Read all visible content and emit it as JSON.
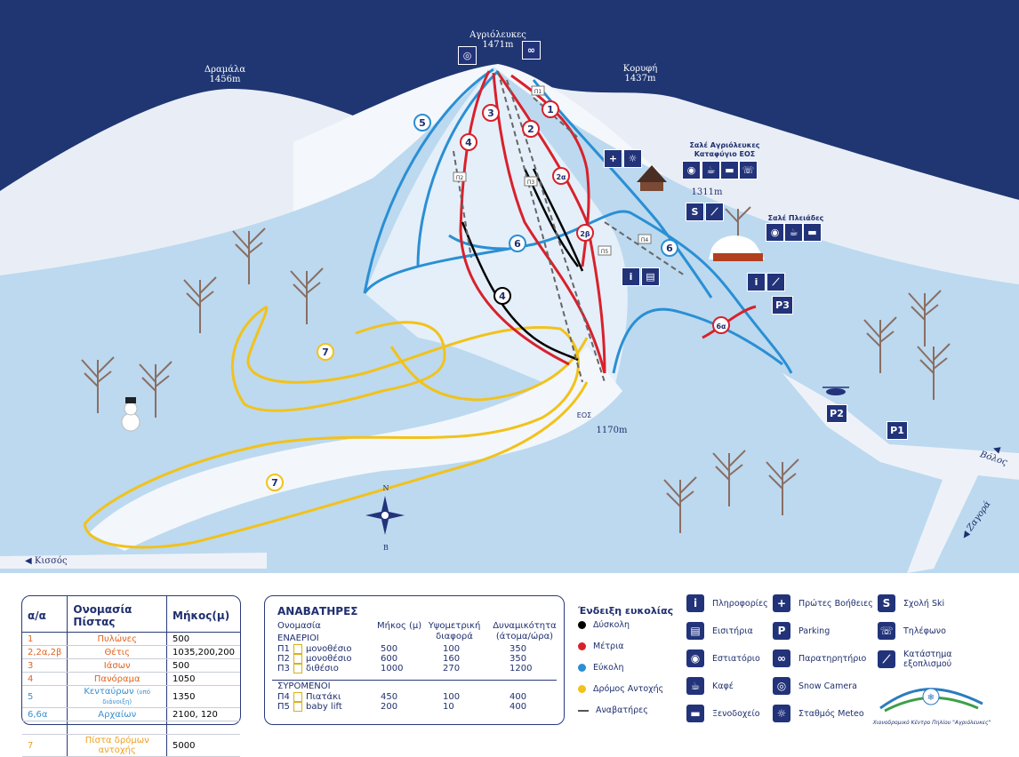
{
  "peaks": {
    "agriolefkes": {
      "name": "Αγριόλευκες",
      "alt": "1471m"
    },
    "dramala": {
      "name": "Δραμάλα",
      "alt": "1456m"
    },
    "koryfi": {
      "name": "Κορυφή",
      "alt": "1437m"
    }
  },
  "map_labels": {
    "chalet1_line1": "Σαλέ Αγριόλευκες",
    "chalet1_line2": "Καταφύγιο ΕΟΣ",
    "alt_mid": "1311m",
    "chalet2": "Σαλέ Πλειάδες",
    "eos": "ΕΟΣ",
    "alt_base": "1170m",
    "road_volos": "Βόλος",
    "road_zagora": "Ζαγορά",
    "road_kissos": "Κισσός",
    "compass_n": "N",
    "compass_s": "B",
    "parking": [
      "P1",
      "P2",
      "P3"
    ],
    "lift_codes": [
      "Π1",
      "Π2",
      "Π3",
      "Π4",
      "Π5"
    ]
  },
  "route_markers": [
    "1",
    "2",
    "2α",
    "2β",
    "3",
    "4",
    "4",
    "5",
    "6",
    "6",
    "6α",
    "7",
    "7"
  ],
  "pistes_table": {
    "headers": [
      "α/α",
      "Ονομασία Πίστας",
      "Μήκος(μ)"
    ],
    "rows": [
      {
        "num": "1",
        "name": "Πυλώνες",
        "len": "500",
        "color": "#e0641e"
      },
      {
        "num": "2,2α,2β",
        "name": "Θέτις",
        "len": "1035,200,200",
        "color": "#e0641e"
      },
      {
        "num": "3",
        "name": "Ιάσων",
        "len": "500",
        "color": "#e0641e"
      },
      {
        "num": "4",
        "name": "Πανόραμα",
        "len": "1050",
        "color": "#e0641e"
      },
      {
        "num": "5",
        "name": "Κενταύρων",
        "note": "(υπό διάνοιξη)",
        "len": "1350",
        "color": "#3a8fd0"
      },
      {
        "num": "6,6α",
        "name": "Αρχαίων",
        "len": "2100, 120",
        "color": "#3a8fd0"
      },
      {
        "num": "",
        "name": "",
        "len": "",
        "color": "#000"
      },
      {
        "num": "7",
        "name": "Πίστα δρόμων αντοχής",
        "len": "5000",
        "color": "#f0a020"
      }
    ]
  },
  "lifts_table": {
    "title": "ΑΝΑΒΑΤΗΡΕΣ",
    "col_name": "Ονομασία",
    "col_len": "Μήκος (μ)",
    "col_alt1": "Υψομετρική",
    "col_alt2": "διαφορά",
    "col_cap1": "Δυναμικότητα",
    "col_cap2": "(άτομα/ώρα)",
    "aerial": "ΕΝΑΕΡΙΟΙ",
    "surface": "ΣΥΡΟΜΕΝΟΙ",
    "aerial_rows": [
      {
        "code": "Π1",
        "type": "μονοθέσιο",
        "len": "500",
        "alt": "100",
        "cap": "350"
      },
      {
        "code": "Π2",
        "type": "μονοθέσιο",
        "len": "600",
        "alt": "160",
        "cap": "350"
      },
      {
        "code": "Π3",
        "type": "διθέσιο",
        "len": "1000",
        "alt": "270",
        "cap": "1200"
      }
    ],
    "surface_rows": [
      {
        "code": "Π4",
        "type": "Πιατάκι",
        "len": "450",
        "alt": "100",
        "cap": "400"
      },
      {
        "code": "Π5",
        "type": "baby lift",
        "len": "200",
        "alt": "10",
        "cap": "400"
      }
    ]
  },
  "difficulty": {
    "title": "Ένδειξη ευκολίας",
    "items": [
      {
        "label": "Δύσκολη",
        "color": "#000000"
      },
      {
        "label": "Μέτρια",
        "color": "#d8212b"
      },
      {
        "label": "Εύκολη",
        "color": "#2a8fd4"
      },
      {
        "label": "Δρόμος Αντοχής",
        "color": "#f2c21b"
      },
      {
        "label": "Αναβατήρες",
        "color": "#555555",
        "dashed": true
      }
    ]
  },
  "services": [
    {
      "icon": "info-icon",
      "glyph": "i",
      "label": "Πληροφορίες"
    },
    {
      "icon": "ticket-icon",
      "glyph": "▤",
      "label": "Εισιτήρια"
    },
    {
      "icon": "restaurant-icon",
      "glyph": "◉",
      "label": "Εστιατόριο"
    },
    {
      "icon": "coffee-icon",
      "glyph": "☕",
      "label": "Καφέ"
    },
    {
      "icon": "hotel-icon",
      "glyph": "▬",
      "label": "Ξενοδοχείο"
    },
    {
      "icon": "first-aid-icon",
      "glyph": "+",
      "label": "Πρώτες Βοήθειες"
    },
    {
      "icon": "parking-icon",
      "glyph": "P",
      "label": "Parking"
    },
    {
      "icon": "binoculars-icon",
      "glyph": "∞",
      "label": "Παρατηρητήριο"
    },
    {
      "icon": "snow-camera-icon",
      "glyph": "◎",
      "label": "Snow Camera"
    },
    {
      "icon": "meteo-icon",
      "glyph": "☼",
      "label": "Σταθμός Meteo"
    },
    {
      "icon": "ski-school-icon",
      "glyph": "S",
      "label": "Σχολή Ski"
    },
    {
      "icon": "phone-icon",
      "glyph": "☏",
      "label": "Τηλέφωνο"
    },
    {
      "icon": "ski-rental-icon",
      "glyph": "⟋",
      "label": "Κατάστημα εξοπλισμού"
    }
  ],
  "logo_text": "Χιονοδρομικό Κέντρο Πηλίου \"Αγριόλευκες\"",
  "colors": {
    "sky": "#1f3672",
    "snow": "#bcd9ef",
    "easy": "#2a8fd4",
    "medium": "#d8212b",
    "hard": "#000000",
    "cross": "#f2c21b"
  }
}
